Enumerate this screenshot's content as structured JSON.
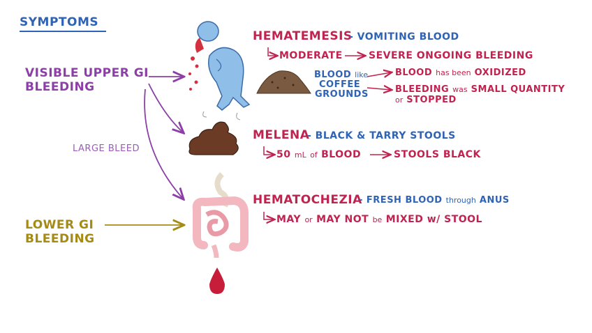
{
  "header": {
    "title": "SYMPTOMS"
  },
  "left": {
    "upper_line1": "VISIBLE UPPER GI",
    "upper_line2": "BLEEDING",
    "large_bleed": "LARGE BLEED",
    "lower_line1": "LOWER GI",
    "lower_line2": "BLEEDING"
  },
  "hematemesis": {
    "title": "HEMATEMESIS",
    "desc": "- VOMITING BLOOD",
    "moderate": "MODERATE",
    "severe": "SEVERE ONGOING BLEEDING"
  },
  "coffee": {
    "blood": "BLOOD",
    "like": "like",
    "coffee": "COFFEE",
    "grounds": "GROUNDS",
    "oxidized_pre": "BLOOD",
    "oxidized_mid": "has been",
    "oxidized_post": "OXIDIZED",
    "small_pre": "BLEEDING",
    "small_mid": "was",
    "small_post": "SMALL QUANTITY",
    "small_or": "or",
    "small_stopped": "STOPPED"
  },
  "melena": {
    "title": "MELENA",
    "desc": "- BLACK & TARRY STOOLS",
    "volume": "50",
    "unit": "mL",
    "of": "of",
    "blood": "BLOOD",
    "result": "STOOLS BLACK"
  },
  "hematochezia": {
    "title": "HEMATOCHEZIA",
    "desc_pre": "- FRESH BLOOD",
    "desc_mid": "through",
    "desc_post": "ANUS",
    "may": "MAY",
    "or": "or",
    "may_not": "MAY NOT",
    "be": "be",
    "mixed": "MIXED",
    "w": "w/",
    "stool": "STOOL"
  },
  "colors": {
    "blue": "#2f63b7",
    "crimson": "#c0234f",
    "purple": "#8c3fa6",
    "olive": "#a58a14",
    "figure": "#8fbfe8",
    "blood": "#d23140",
    "stool": "#6b3b26",
    "grounds": "#7a5a40",
    "intestine": "#f2b7bf"
  },
  "icons": [
    "vomiting-person-icon",
    "coffee-grounds-icon",
    "stool-icon",
    "intestines-icon",
    "blood-drop-icon"
  ]
}
